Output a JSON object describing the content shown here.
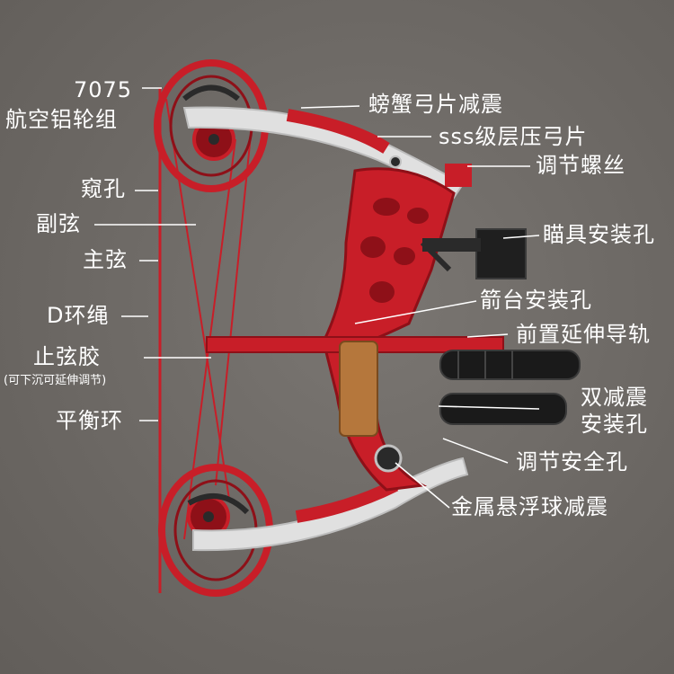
{
  "colors": {
    "background": "#6e6a66",
    "bow_red": "#c81e28",
    "bow_dark_red": "#8e1018",
    "limb_silver": "#d9d9d9",
    "label_white": "#ffffff",
    "grip_wood": "#b5773c"
  },
  "labels": {
    "cam_line1": "7075",
    "cam_line2": "航空铝轮组",
    "peep": "窥孔",
    "buss_cable": "副弦",
    "main_string": "主弦",
    "d_loop": "D环绳",
    "string_stop": "止弦胶",
    "string_stop_note": "(可下沉可延伸调节)",
    "balance_ring": "平衡环",
    "crab_damper": "螃蟹弓片减震",
    "laminated_limb": "sss级层压弓片",
    "adjust_screw": "调节螺丝",
    "sight_mount": "瞄具安装孔",
    "rest_mount": "箭台安装孔",
    "front_rail": "前置延伸导轨",
    "dual_damper_line1": "双减震",
    "dual_damper_line2": "安装孔",
    "safety_hole": "调节安全孔",
    "floating_ball": "金属悬浮球减震"
  }
}
